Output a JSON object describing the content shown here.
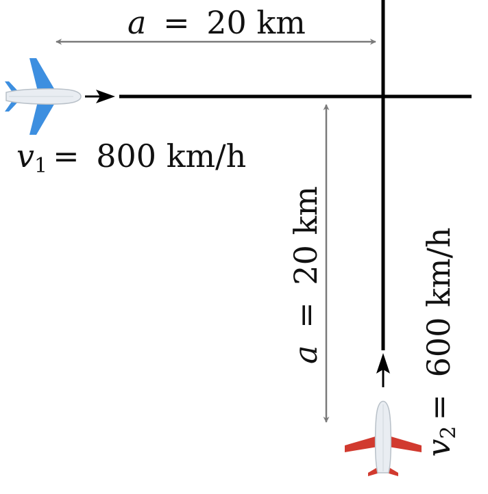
{
  "colors": {
    "path": "#000000",
    "dimension": "#7a7a7a",
    "plane1": "#3d8fe0",
    "plane2": "#d13a2f",
    "fuselage": "#e9edf2"
  },
  "icons": {
    "plane1": "airplane-icon",
    "plane2": "airplane-icon"
  },
  "labels": {
    "horizontal_distance": {
      "symbol": "a",
      "eq": "=",
      "value": "20 km"
    },
    "vertical_distance": {
      "symbol": "a",
      "eq": "=",
      "value": "20 km"
    },
    "speed1": {
      "symbol": "v",
      "subscript": "1",
      "eq": "=",
      "value": "800 km/h"
    },
    "speed2": {
      "symbol": "v",
      "subscript": "2",
      "eq": "=",
      "value": "600 km/h"
    }
  }
}
